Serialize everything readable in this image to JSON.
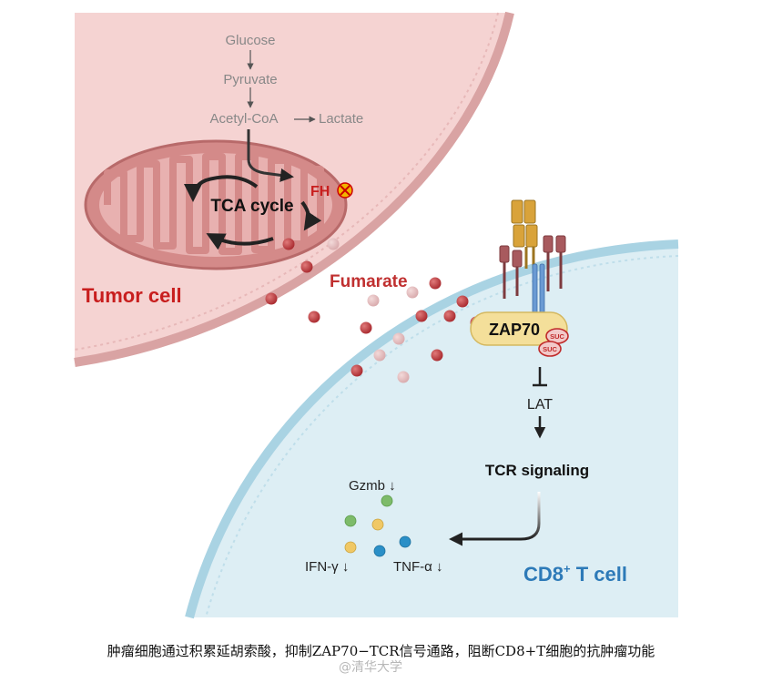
{
  "pathway": {
    "glucose": "Glucose",
    "pyruvate": "Pyruvate",
    "acetyl_coa": "Acetyl-CoA",
    "lactate": "Lactate",
    "fh": "FH",
    "tca_cycle": "TCA cycle"
  },
  "tumor_cell_label": "Tumor cell",
  "fumarate_label": "Fumarate",
  "t_cell": {
    "zap70": "ZAP70",
    "suc": "SUC",
    "lat": "LAT",
    "tcr_signaling": "TCR signaling",
    "label_main": "CD8",
    "label_sup": "+",
    "label_tail": " T cell"
  },
  "cytokines": {
    "gzmb": "Gzmb ↓",
    "ifn": "IFN-γ ↓",
    "tnf": "TNF-α ↓"
  },
  "caption": "肿瘤细胞通过积累延胡索酸，抑制ZAP70−TCR信号通路，阻断CD8+T细胞的抗肿瘤功能",
  "watermark": "@清华大学",
  "colors": {
    "tumor_fill": "#f5d3d2",
    "tumor_edge": "#d9a3a3",
    "tcell_fill": "#ddeef4",
    "tcell_edge": "#a9d3e3",
    "mito_fill": "#d48a89",
    "label_red": "#c81e1e",
    "tcell_label": "#2d7ab8"
  }
}
